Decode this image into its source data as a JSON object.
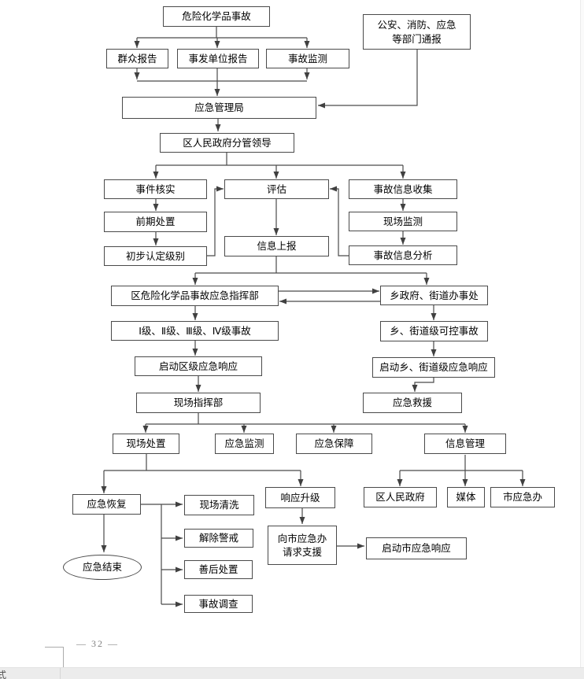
{
  "document": {
    "footer_page_number": "— 32 —",
    "statusbar_partial_text": "式"
  },
  "colors": {
    "line": "#4a4a4a",
    "arrow": "#404040",
    "box_border": "#4a4a4a"
  },
  "flowchart": {
    "nodes": {
      "hazmat_accident": "危险化学品事故",
      "dept_notify": "公安、消防、应急\n等部门通报",
      "public_report": "群众报告",
      "unit_report": "事发单位报告",
      "accident_monitoring": "事故监测",
      "emergency_bureau": "应急管理局",
      "district_leader": "区人民政府分管领导",
      "event_verify": "事件核实",
      "assessment": "评估",
      "info_collection": "事故信息收集",
      "early_disposal": "前期处置",
      "site_monitoring": "现场监测",
      "level_determination": "初步认定级别",
      "info_reporting": "信息上报",
      "info_analysis": "事故信息分析",
      "district_hq": "区危险化学品事故应急指挥部",
      "township_gov": "乡政府、街道办事处",
      "accident_levels": "Ⅰ级、Ⅱ级、Ⅲ级、Ⅳ级事故",
      "township_controllable": "乡、街道级可控事故",
      "district_response": "启动区级应急响应",
      "township_response": "启动乡、街道级应急响应",
      "site_hq": "现场指挥部",
      "emergency_rescue": "应急救援",
      "site_disposal": "现场处置",
      "emergency_monitoring": "应急监测",
      "emergency_support": "应急保障",
      "info_management": "信息管理",
      "emergency_recovery": "应急恢复",
      "site_cleaning": "现场清洗",
      "response_upgrade": "响应升级",
      "district_gov": "区人民政府",
      "media": "媒体",
      "city_emergency_office": "市应急办",
      "lift_alert": "解除警戒",
      "request_city_support": "向市应急办\n请求支援",
      "city_response": "启动市应急响应",
      "aftermath": "善后处置",
      "investigation": "事故调查",
      "emergency_end": "应急结束"
    }
  }
}
